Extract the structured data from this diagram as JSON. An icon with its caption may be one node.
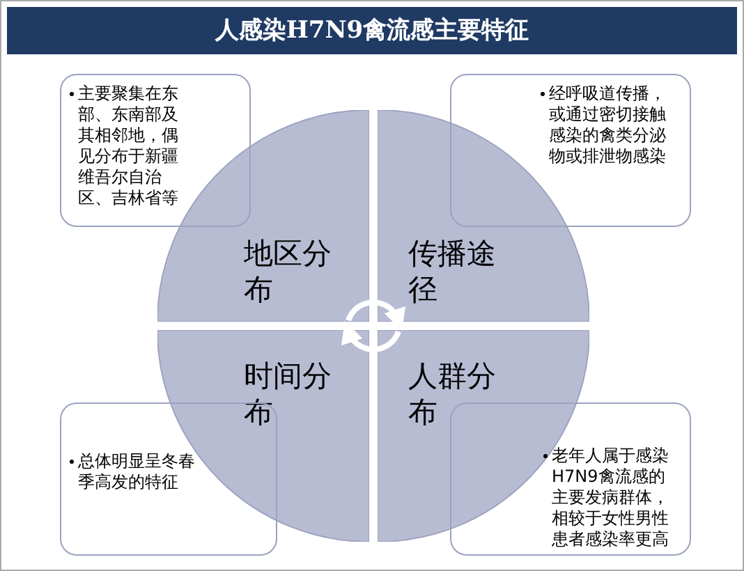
{
  "diagram": {
    "title": "人感染H7N9禽流感主要特征",
    "nodes": [
      {
        "text": [
          "主要聚集在东部、东南部及其相邻地，偶见分布于新疆维吾尔自治区、吉林省等"
        ]
      },
      {
        "text": [
          "经呼吸道传播，或通过密切接触感染的禽类分泌物或排泄物感染"
        ]
      },
      {
        "text": [
          "地区分布"
        ]
      },
      {
        "text": [
          "传播途径"
        ]
      },
      {
        "text": [
          "时间分布"
        ]
      },
      {
        "text": [
          "人群分布"
        ]
      },
      {
        "text": [
          "总体明显呈冬春季高发的特征"
        ]
      },
      {
        "text": [
          "老年人属于感染H7N9禽流感的主要发病群体，相较于女性男性患者感染率更高"
        ]
      }
    ],
    "edges": [
      {
        "from": 2,
        "to": 3,
        "arrow": "to"
      },
      {
        "from": 5,
        "to": 4,
        "arrow": "to"
      }
    ]
  }
}
